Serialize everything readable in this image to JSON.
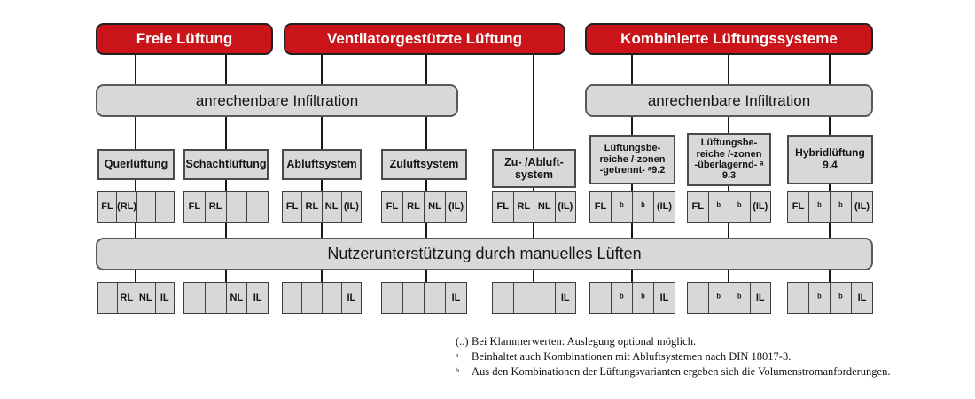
{
  "top_boxes": [
    {
      "label": "Freie Lüftung"
    },
    {
      "label": "Ventilatorgestützte Lüftung"
    },
    {
      "label": "Kombinierte Lüftungssysteme"
    }
  ],
  "infiltration": {
    "left_label": "anrechenbare Infiltration",
    "right_label": "anrechenbare Infiltration"
  },
  "user_support_bar": {
    "label": "Nutzerunterstützung durch manuelles Lüften"
  },
  "columns": [
    {
      "title": "Querlüftung",
      "top_cells": [
        "FL",
        "(RL)",
        "",
        ""
      ],
      "bottom_cells": [
        "",
        "RL",
        "NL",
        "IL"
      ]
    },
    {
      "title": "Schachtlüftung",
      "top_cells": [
        "FL",
        "RL",
        "",
        ""
      ],
      "bottom_cells": [
        "",
        "",
        "NL",
        "IL"
      ]
    },
    {
      "title": "Abluftsystem",
      "top_cells": [
        "FL",
        "RL",
        "NL",
        "(IL)"
      ],
      "bottom_cells": [
        "",
        "",
        "",
        "IL"
      ]
    },
    {
      "title": "Zuluftsystem",
      "top_cells": [
        "FL",
        "RL",
        "NL",
        "(IL)"
      ],
      "bottom_cells": [
        "",
        "",
        "",
        "IL"
      ]
    },
    {
      "title": "Zu- /Abluft-\nsystem",
      "top_cells": [
        "FL",
        "RL",
        "NL",
        "(IL)"
      ],
      "bottom_cells": [
        "",
        "",
        "",
        "IL"
      ]
    },
    {
      "title": "Lüftungsbe-\nreiche /-zonen\n-getrennt- ᵃ9.2",
      "top_cells": [
        "FL",
        "ᵇ",
        "ᵇ",
        "(IL)"
      ],
      "bottom_cells": [
        "",
        "ᵇ",
        "ᵇ",
        "IL"
      ]
    },
    {
      "title": "Lüftungsbe-\nreiche /-zonen\n-überlagernd- ᵃ\n9.3",
      "top_cells": [
        "FL",
        "ᵇ",
        "ᵇ",
        "(IL)"
      ],
      "bottom_cells": [
        "",
        "ᵇ",
        "ᵇ",
        "IL"
      ]
    },
    {
      "title": "Hybridlüftung\n9.4",
      "top_cells": [
        "FL",
        "ᵇ",
        "ᵇ",
        "(IL)"
      ],
      "bottom_cells": [
        "",
        "ᵇ",
        "ᵇ",
        "IL"
      ]
    }
  ],
  "footnotes": [
    {
      "marker": "(..)",
      "text": "Bei Klammerwerten: Auslegung optional möglich."
    },
    {
      "marker": "ᵃ",
      "text": "Beinhaltet auch Kombinationen mit Abluftsystemen nach DIN 18017-3."
    },
    {
      "marker": "ᵇ",
      "text": "Aus den Kombinationen der Lüftungsvarianten ergeben sich die Volumenstromanforderungen."
    }
  ],
  "colors": {
    "red": "#c9141a",
    "box_gray": "#d8d8d8",
    "line_black": "#1a1a1a"
  }
}
